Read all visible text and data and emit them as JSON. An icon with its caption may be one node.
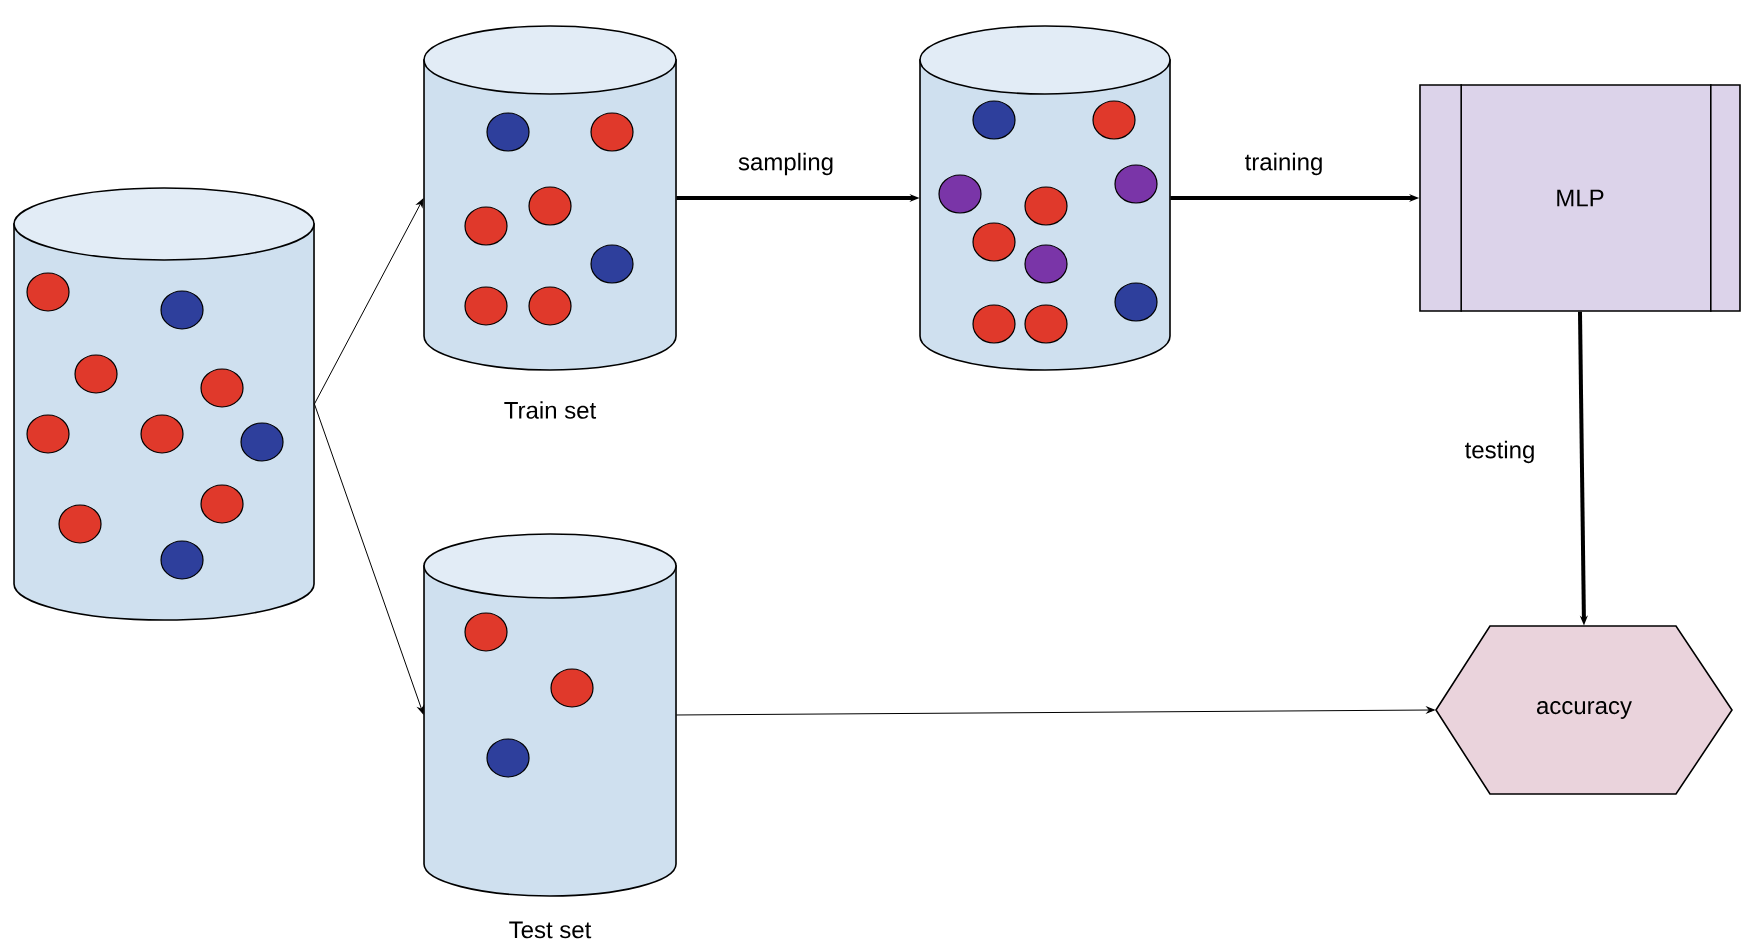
{
  "diagram": {
    "nodes": [
      {
        "text": [],
        "shape": "cylinder"
      },
      {
        "text": [
          "Train set"
        ]
      },
      {
        "text": [],
        "shape": "cylinder"
      },
      {
        "text": [
          "Test set"
        ]
      },
      {
        "text": [
          "MLP"
        ]
      },
      {
        "text": [
          "accuracy"
        ]
      }
    ],
    "edges": [
      {
        "from": 0,
        "to": 1,
        "arrow": "to"
      },
      {
        "from": 0,
        "to": 3,
        "arrow": "to"
      },
      {
        "from": 1,
        "to": 2,
        "arrow": "to",
        "label": "sampling",
        "style": "thick"
      },
      {
        "from": 2,
        "to": 4,
        "arrow": "to",
        "label": "training",
        "style": "thick"
      },
      {
        "from": 4,
        "to": 5,
        "arrow": "to",
        "label": "testing",
        "style": "thick"
      },
      {
        "from": 3,
        "to": 5,
        "arrow": "to"
      }
    ]
  }
}
